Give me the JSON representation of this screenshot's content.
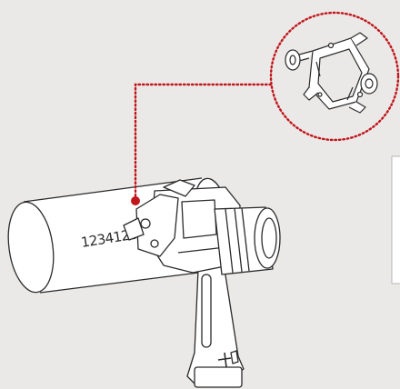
{
  "illustration": {
    "engraved_text": "12341234123",
    "colors": {
      "background": "#ebe9e7",
      "callout_accent": "#c0161c",
      "outline": "#2a2a2a",
      "fill": "#ffffff"
    },
    "icons": [
      "handheld-marking-tool",
      "cylindrical-workpiece",
      "curved-surface-adapter"
    ]
  }
}
